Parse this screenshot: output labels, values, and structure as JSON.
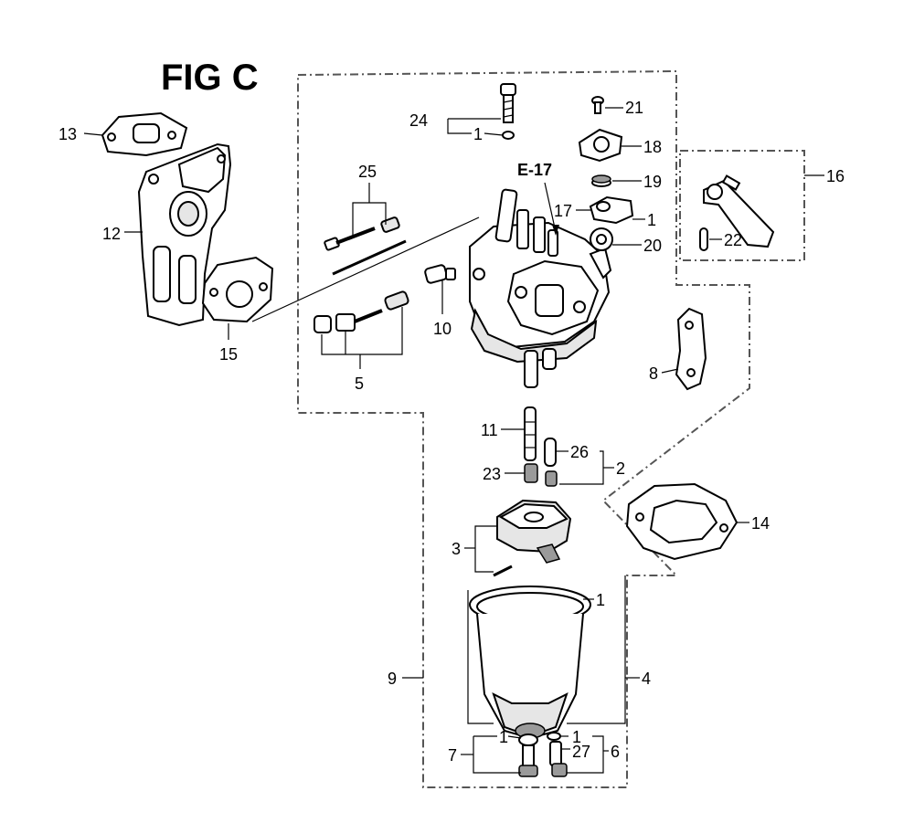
{
  "figure": {
    "title": "FIG C",
    "reference": "E-17"
  },
  "callouts": {
    "c1a": "1",
    "c1b": "1",
    "c1c": "1",
    "c1d": "1",
    "c1e": "1",
    "c2": "2",
    "c3": "3",
    "c4": "4",
    "c5": "5",
    "c6": "6",
    "c7": "7",
    "c8": "8",
    "c9": "9",
    "c10": "10",
    "c11": "11",
    "c12": "12",
    "c13": "13",
    "c14": "14",
    "c15": "15",
    "c16": "16",
    "c17": "17",
    "c18": "18",
    "c19": "19",
    "c20": "20",
    "c21": "21",
    "c22": "22",
    "c23": "23",
    "c24": "24",
    "c25": "25",
    "c26": "26",
    "c27": "27"
  }
}
